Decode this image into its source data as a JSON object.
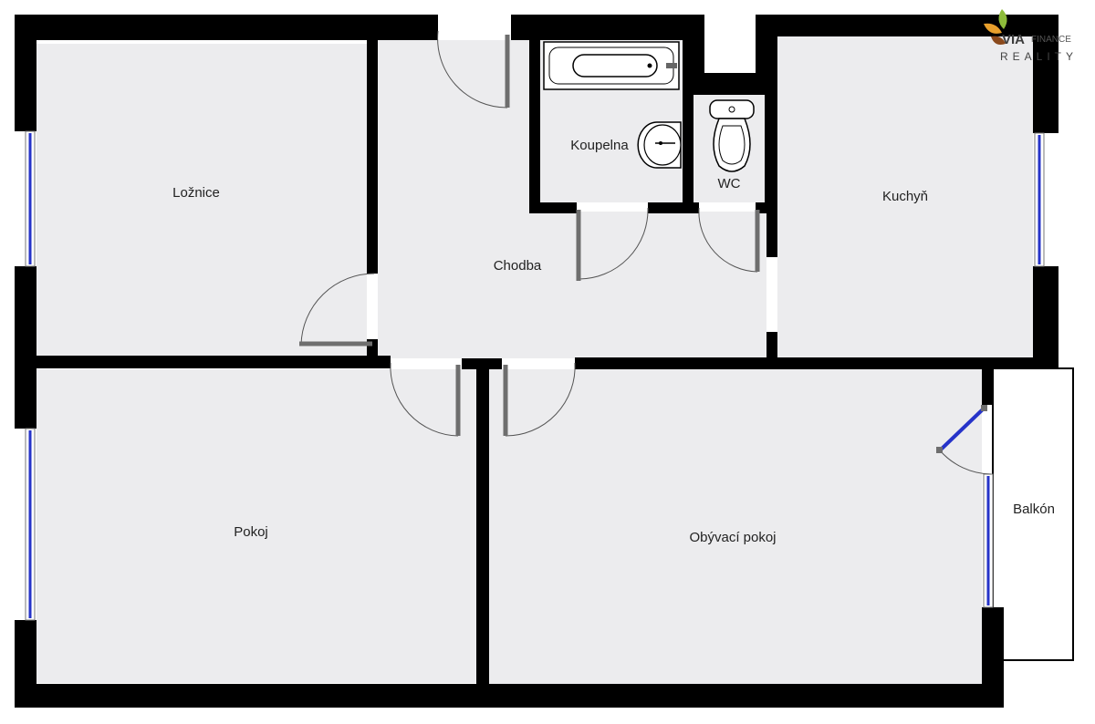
{
  "plan": {
    "rooms": {
      "loznice": "Ložnice",
      "chodba": "Chodba",
      "koupelna": "Koupelna",
      "wc": "WC",
      "kuchyn": "Kuchyň",
      "pokoj": "Pokoj",
      "obyvaci": "Obývací pokoj",
      "balkon": "Balkón"
    },
    "colors": {
      "wall": "#000000",
      "floor": "#ececee",
      "window": "#2633c9",
      "door_arc": "#555555",
      "door_leaf": "#6e6e6e"
    }
  },
  "logo": {
    "brand": "VIA",
    "sub": "FINANCE",
    "tagline": "REALITY",
    "leaf_colors": [
      "#8dbb3a",
      "#e8a02c",
      "#8b4a1d"
    ]
  }
}
